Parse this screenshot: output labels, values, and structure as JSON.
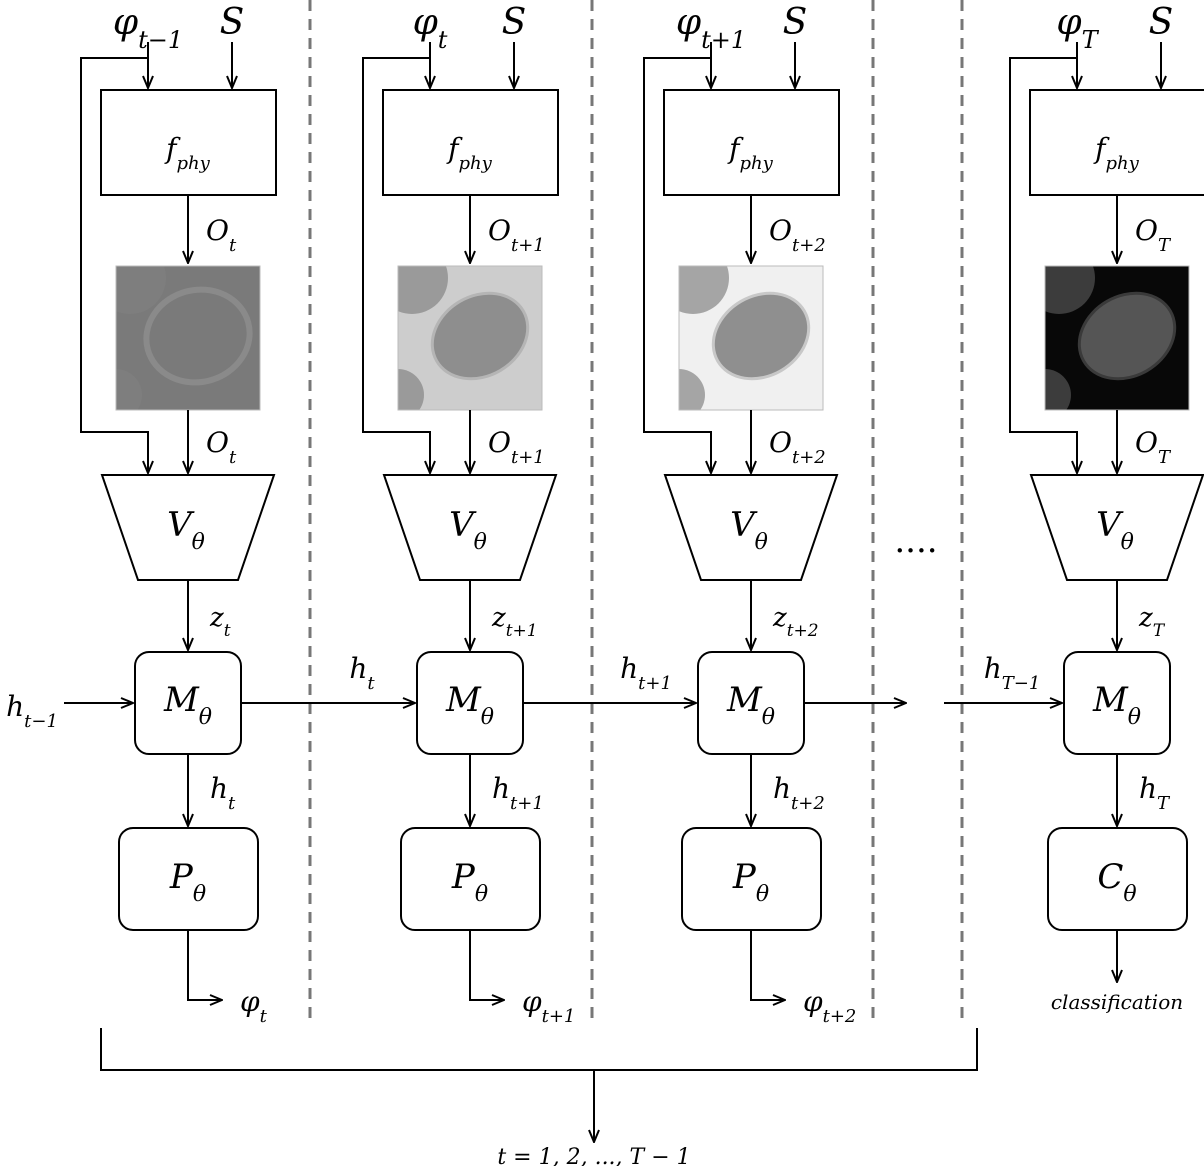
{
  "columns": [
    {
      "phi_in": {
        "base": "φ",
        "sub": "t−1"
      },
      "s": "S",
      "f_phy": {
        "base": "f",
        "sub": "phy"
      },
      "o": {
        "base": "O",
        "sub": "t"
      },
      "v": {
        "base": "V",
        "sub": "θ"
      },
      "z": {
        "base": "z",
        "sub": "t"
      },
      "m": {
        "base": "M",
        "sub": "θ"
      },
      "h": {
        "base": "h",
        "sub": "t"
      },
      "head": {
        "base": "P",
        "sub": "θ"
      },
      "out": {
        "base": "φ",
        "sub": "t",
        "italic": true
      },
      "image": {
        "bg": "#7a7a7a",
        "ell": "#757575",
        "ring": "#8a8a8a",
        "corner": "#7e7e7e",
        "style": "ring"
      }
    },
    {
      "phi_in": {
        "base": "φ",
        "sub": "t"
      },
      "s": "S",
      "f_phy": {
        "base": "f",
        "sub": "phy"
      },
      "o": {
        "base": "O",
        "sub": "t+1"
      },
      "v": {
        "base": "V",
        "sub": "θ"
      },
      "z": {
        "base": "z",
        "sub": "t+1"
      },
      "m": {
        "base": "M",
        "sub": "θ"
      },
      "h": {
        "base": "h",
        "sub": "t+1"
      },
      "head": {
        "base": "P",
        "sub": "θ"
      },
      "out": {
        "base": "φ",
        "sub": "t+1",
        "italic": true
      },
      "image": {
        "bg": "#cdcdcd",
        "ell": "#8e8e8e",
        "ring": "#b5b5b5",
        "corner": "#9a9a9a",
        "style": "filled"
      }
    },
    {
      "phi_in": {
        "base": "φ",
        "sub": "t+1"
      },
      "s": "S",
      "f_phy": {
        "base": "f",
        "sub": "phy"
      },
      "o": {
        "base": "O",
        "sub": "t+2"
      },
      "v": {
        "base": "V",
        "sub": "θ"
      },
      "z": {
        "base": "z",
        "sub": "t+2"
      },
      "m": {
        "base": "M",
        "sub": "θ"
      },
      "h": {
        "base": "h",
        "sub": "t+2"
      },
      "head": {
        "base": "P",
        "sub": "θ"
      },
      "out": {
        "base": "φ",
        "sub": "t+2",
        "italic": true
      },
      "image": {
        "bg": "#f0f0f0",
        "ell": "#8f8f8f",
        "ring": "#c8c8c8",
        "corner": "#a5a5a5",
        "style": "filled"
      }
    },
    {
      "phi_in": {
        "base": "φ",
        "sub": "T"
      },
      "s": "S",
      "f_phy": {
        "base": "f",
        "sub": "phy"
      },
      "o": {
        "base": "O",
        "sub": "T"
      },
      "v": {
        "base": "V",
        "sub": "θ"
      },
      "z": {
        "base": "z",
        "sub": "T"
      },
      "m": {
        "base": "M",
        "sub": "θ"
      },
      "h": {
        "base": "h",
        "sub": "T"
      },
      "head": {
        "base": "C",
        "sub": "θ"
      },
      "out": {
        "base": "classification",
        "sub": "",
        "italic": true
      },
      "image": {
        "bg": "#080808",
        "ell": "#555555",
        "ring": "#3a3a3a",
        "corner": "#3c3c3c",
        "style": "filled"
      }
    }
  ],
  "recurrent": [
    {
      "base": "h",
      "sub": "t−1"
    },
    {
      "base": "h",
      "sub": "t"
    },
    {
      "base": "h",
      "sub": "t+1"
    },
    {
      "base": "h",
      "sub": "T−1"
    }
  ],
  "ellipsis": "....",
  "brace_label": "t = 1, 2, ..., T − 1"
}
